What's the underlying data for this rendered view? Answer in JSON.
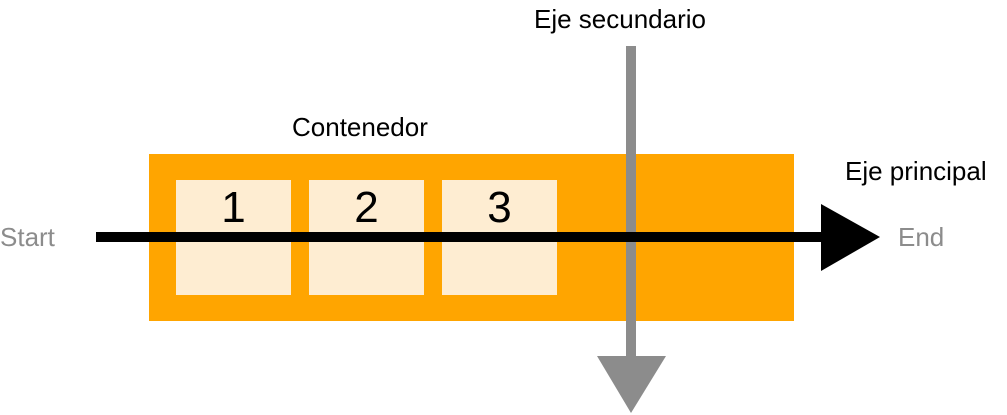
{
  "labels": {
    "secondary_axis": "Eje secundario",
    "container": "Contenedor",
    "main_axis": "Eje principal",
    "start": "Start",
    "end": "End"
  },
  "items": [
    "1",
    "2",
    "3"
  ],
  "colors": {
    "container_fill": "#FFA500",
    "item_fill": "#FEEDD2",
    "main_axis_arrow": "#000000",
    "secondary_axis_arrow": "#8C8C8C",
    "start_end_text": "#8C8C8C",
    "label_text": "#000000"
  }
}
